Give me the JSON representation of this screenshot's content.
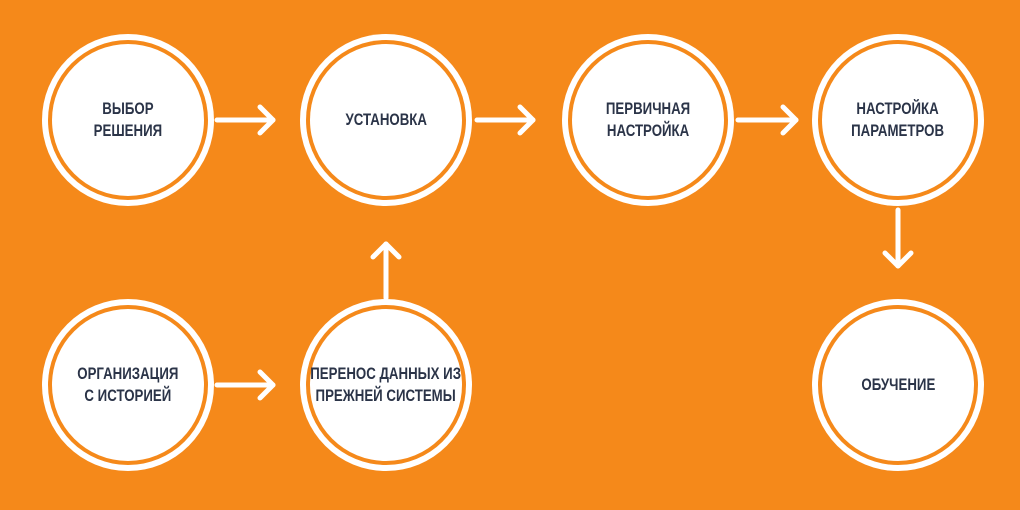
{
  "colors": {
    "background": "#F5891A",
    "circle": "#FFFFFF",
    "text": "#2B3448",
    "arrow": "#FFFFFF"
  },
  "steps": [
    {
      "id": "choice",
      "lines": [
        "Выбор",
        "решения"
      ]
    },
    {
      "id": "install",
      "lines": [
        "Установка"
      ]
    },
    {
      "id": "initial-setup",
      "lines": [
        "Первичная",
        "настройка"
      ]
    },
    {
      "id": "param-setup",
      "lines": [
        "Настройка",
        "параметров"
      ]
    },
    {
      "id": "training",
      "lines": [
        "Обучение"
      ]
    },
    {
      "id": "history",
      "lines": [
        "Организация",
        "с историей"
      ]
    },
    {
      "id": "migration",
      "lines": [
        "Перенос данных из",
        "прежней системы"
      ]
    }
  ],
  "connections": [
    [
      "choice",
      "install"
    ],
    [
      "install",
      "initial-setup"
    ],
    [
      "initial-setup",
      "param-setup"
    ],
    [
      "param-setup",
      "training"
    ],
    [
      "history",
      "migration"
    ],
    [
      "migration",
      "install"
    ]
  ]
}
